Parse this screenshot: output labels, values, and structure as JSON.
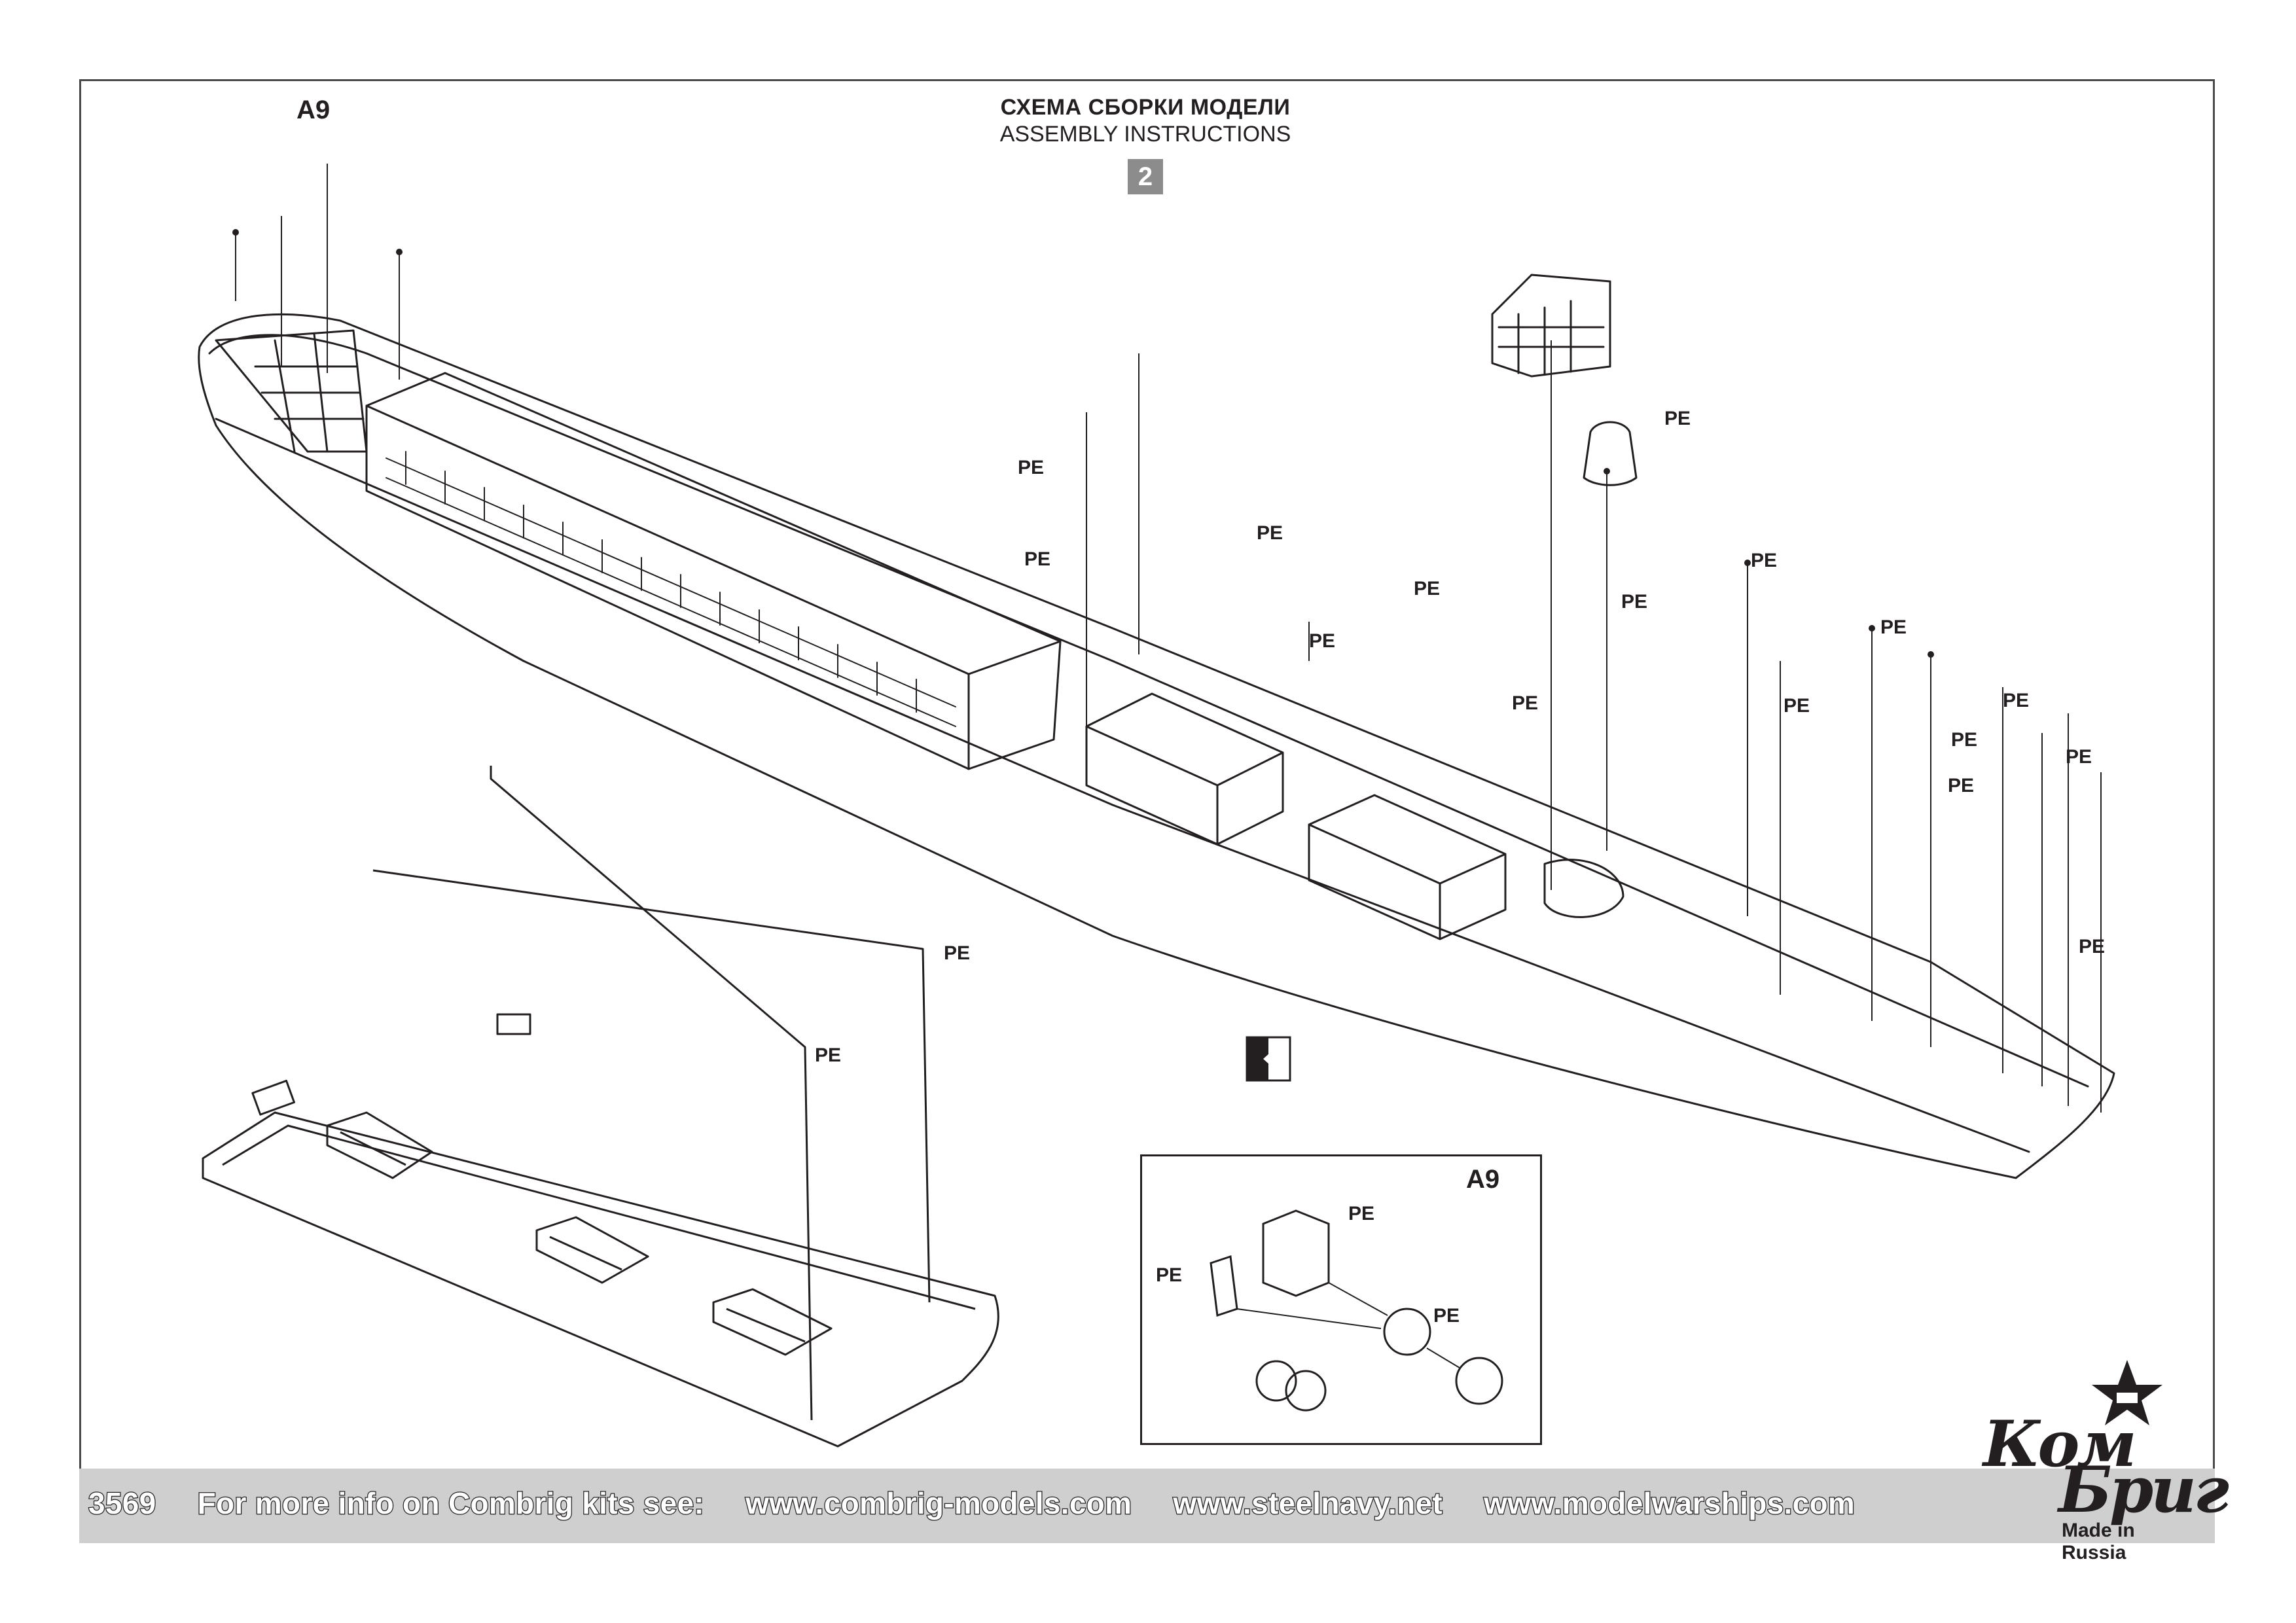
{
  "header": {
    "title_ru": "СХЕМА СБОРКИ МОДЕЛИ",
    "title_en": "ASSEMBLY INSTRUCTIONS",
    "step": "2"
  },
  "callouts": {
    "a9_top": "A9",
    "pe": "PE"
  },
  "inset": {
    "title": "A9",
    "pe": "PE"
  },
  "footer": {
    "kit_number": "3569",
    "info": "For more info on Combrig kits see:",
    "links": [
      "www.combrig-models.com",
      "www.steelnavy.net",
      "www.modelwarships.com"
    ]
  },
  "logo": {
    "line1": "Ком",
    "line2": "Бриг",
    "tagline": "Made in Russia"
  },
  "colors": {
    "ink": "#231f20",
    "footer_bar": "#cfcfcf",
    "step_badge": "#8c8c8c"
  }
}
